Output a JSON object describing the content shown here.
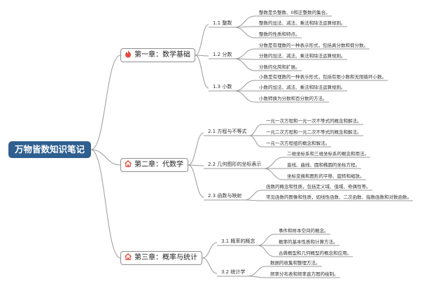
{
  "root": {
    "label": "万物皆数知识笔记"
  },
  "chapters": [
    {
      "label": "第一章：数学基础",
      "icon": "flame-icon",
      "icon_color": "#e74c3c",
      "sections": [
        {
          "label": "1.1 整数",
          "items": [
            "整数是负整数、0和正整数的集合。",
            "整数的加法、减法、乘法和除法运算规则。",
            "整数的性质和特点。"
          ]
        },
        {
          "label": "1.2 分数",
          "items": [
            "分数是有理数的一种表示形式，包括真分数和假分数。",
            "分数的加法、减法、乘法和除法运算规则。",
            "分数的化简和扩展。"
          ]
        },
        {
          "label": "1.3 小数",
          "items": [
            "小数是有理数的一种表示形式，包括有限小数和无限循环小数。",
            "小数的加法、减法、乘法和除法运算规则。",
            "小数转换为分数和百分数的方法。"
          ]
        }
      ]
    },
    {
      "label": "第二章：代数学",
      "icon": "house-icon",
      "icon_color": "#e74c3c",
      "sections": [
        {
          "label": "2.1 方程与不等式",
          "items": [
            "一元一次方程和一元一次不等式的概念和解法。",
            "一元二次方程和一元二次不等式的概念和解法。",
            "一元一次方程组的概念和解法。"
          ]
        },
        {
          "label": "2.2 几何图形的坐标表示",
          "items": [
            "二维坐标系和三维坐标系的概念和用法。",
            "直线、曲线、圆和椭圆的坐标方程。",
            "坐标变换和图形的平移、旋转和缩放。"
          ]
        },
        {
          "label": "2.3 函数与映射",
          "items": [
            "函数的概念和性质，包括定义域、值域、奇偶性等。",
            "常见函数的图像和性质，如线性函数、二次函数、指数函数和对数函数。"
          ]
        }
      ]
    },
    {
      "label": "第三章：概率与统计",
      "icon": "house-icon",
      "icon_color": "#e74c3c",
      "sections": [
        {
          "label": "3.1 概率的概念",
          "items": [
            "事件和样本空间的概念。",
            "概率的基本性质和计算方法。",
            "古典概型和几何概型的概念和应用。"
          ]
        },
        {
          "label": "3.2 统计学",
          "items": [
            "数据的收集和整理方法。",
            "频率分布表和频率直方图的绘制。"
          ]
        }
      ]
    }
  ],
  "colors": {
    "line": "#9a9a9a",
    "root_bg": "#2f5f8f",
    "icon": "#e74c3c"
  }
}
